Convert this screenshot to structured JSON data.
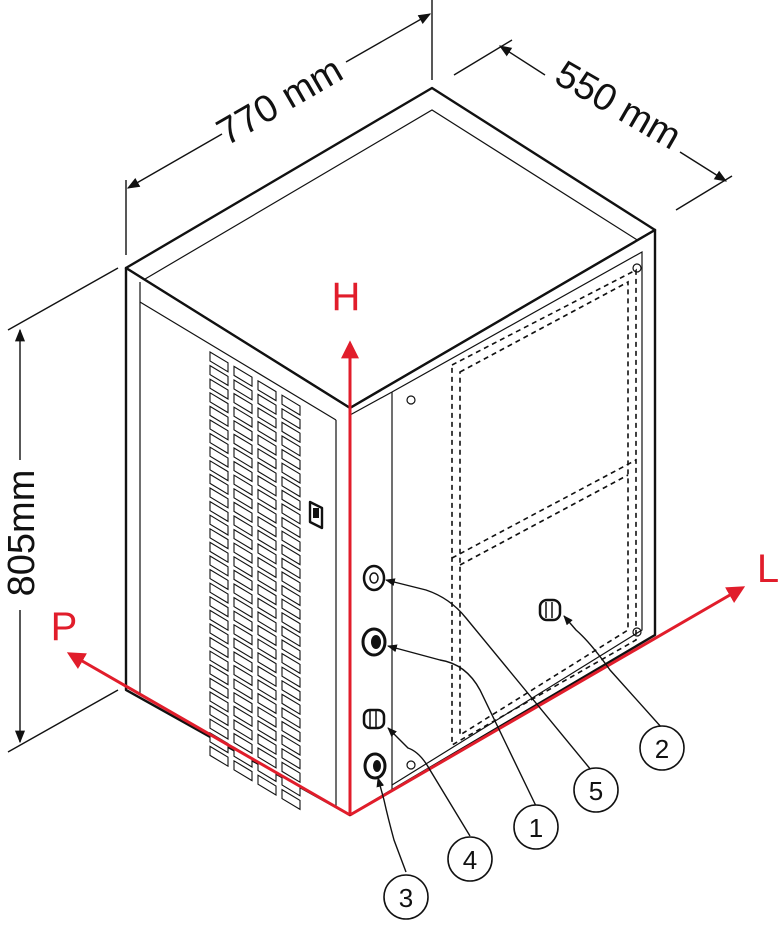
{
  "dimensions": {
    "width": "770 mm",
    "depth": "550 mm",
    "height": "805mm"
  },
  "axes": {
    "h": "H",
    "l": "L",
    "p": "P"
  },
  "callouts": [
    "1",
    "2",
    "3",
    "4",
    "5"
  ],
  "colors": {
    "axis": "#e11d2b",
    "line": "#111111"
  }
}
